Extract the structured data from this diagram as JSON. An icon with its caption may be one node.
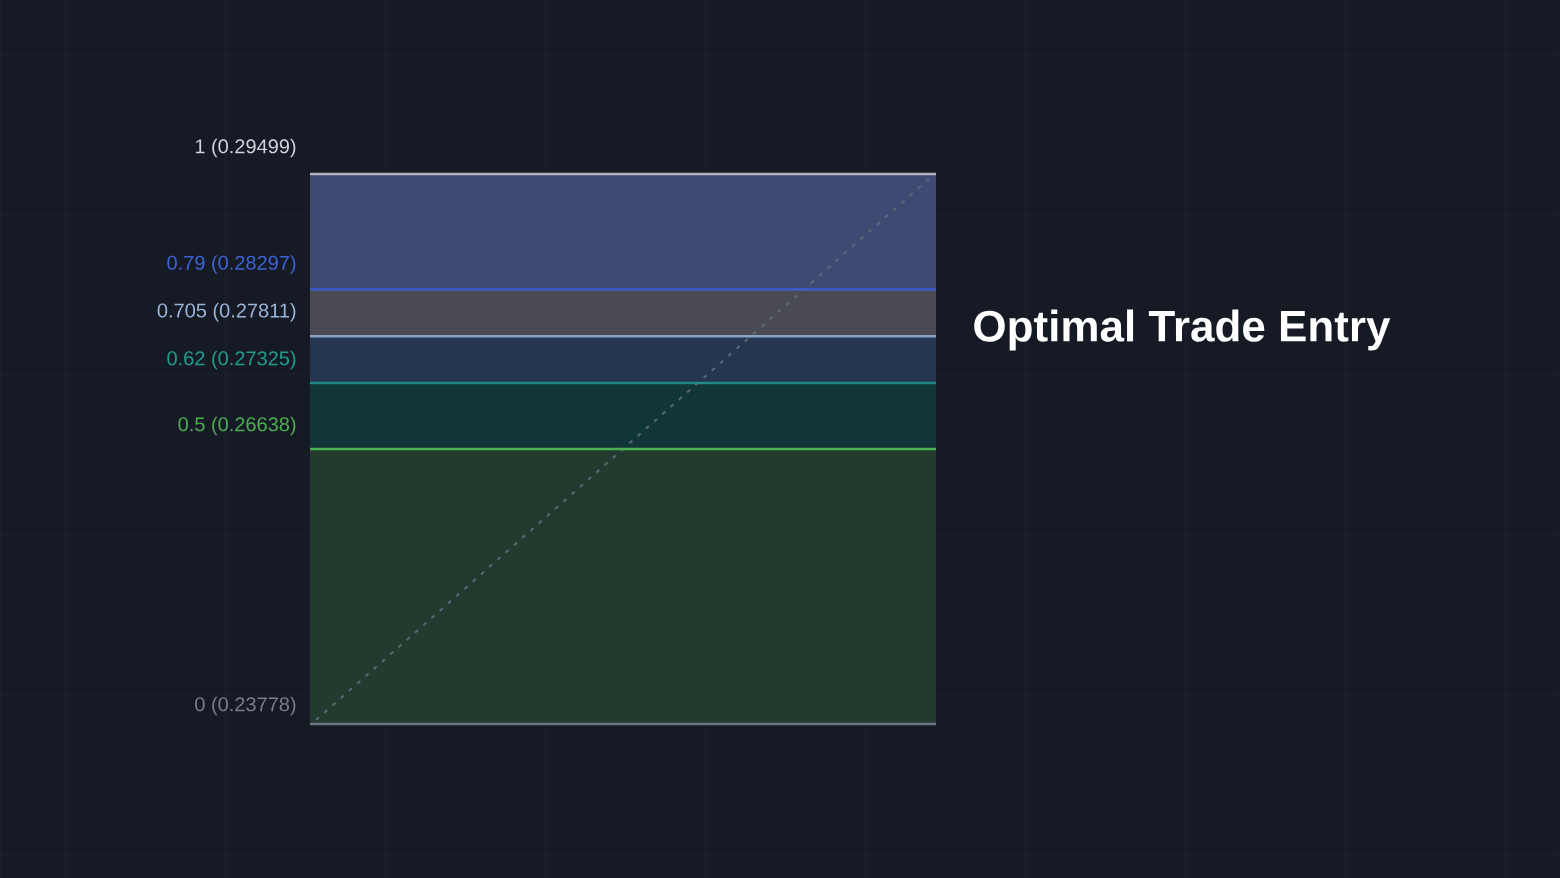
{
  "diagram": {
    "title": "Optimal Trade Entry",
    "labels": [
      "1 (0.29499)",
      "0.79 (0.28297)",
      "0.705 (0.27811)",
      "0.62 (0.27325)",
      "0.5 (0.26638)",
      "0 (0.23778)"
    ]
  }
}
